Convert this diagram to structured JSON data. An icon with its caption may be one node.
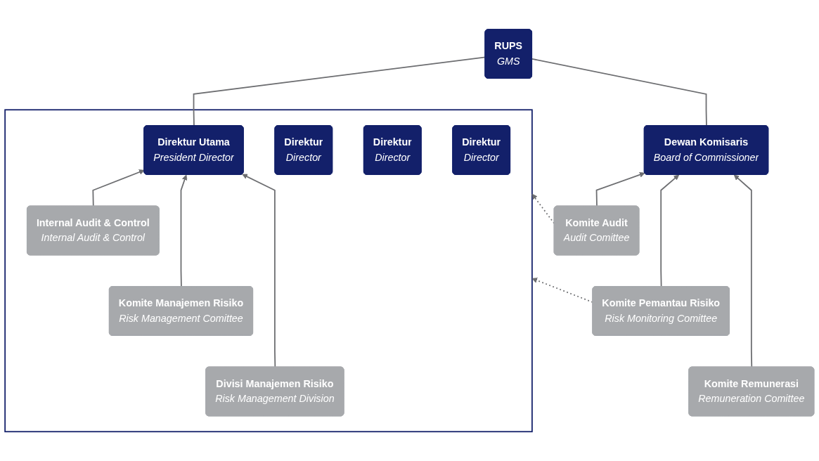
{
  "diagram": {
    "nodes": [
      {
        "text": [
          "RUPS",
          "GMS"
        ]
      },
      {
        "text": [],
        "shape": "box"
      },
      {
        "text": [
          "Direktur Utama",
          "President Director"
        ],
        "in": 1
      },
      {
        "text": [
          "Internal Audit & Control",
          "Internal Audit & Control"
        ],
        "in": 1
      },
      {
        "text": [
          "Komite Manajemen Risiko",
          "Risk Management Comittee"
        ],
        "in": 1
      },
      {
        "text": [
          "Divisi Manajemen Risiko",
          "Risk Management Division"
        ],
        "in": 1
      },
      {
        "text": [
          "Direktur",
          "Director"
        ],
        "in": 1
      },
      {
        "text": [
          "Direktur",
          "Director"
        ],
        "in": 1
      },
      {
        "text": [
          "Direktur",
          "Director"
        ],
        "in": 1
      },
      {
        "text": [
          "Dewan Komisaris",
          "Board of Commissioner"
        ]
      },
      {
        "text": [
          "Komite Audit",
          "Audit Comittee"
        ]
      },
      {
        "text": [
          "Komite Pemantau Risiko",
          "Risk Monitoring Comittee"
        ]
      },
      {
        "text": [
          "Komite Remunerasi",
          "Remuneration Comittee"
        ]
      }
    ],
    "edges": [
      {
        "from": 0,
        "to": 2,
        "arrow": "none"
      },
      {
        "from": 0,
        "to": 9,
        "arrow": "none"
      },
      {
        "from": 3,
        "to": 2,
        "arrow": "to"
      },
      {
        "from": 4,
        "to": 2,
        "arrow": "to"
      },
      {
        "from": 5,
        "to": 2,
        "arrow": "to"
      },
      {
        "from": 10,
        "to": 9,
        "arrow": "to"
      },
      {
        "from": 11,
        "to": 9,
        "arrow": "to"
      },
      {
        "from": 12,
        "to": 9,
        "arrow": "to"
      },
      {
        "from": 10,
        "to": 1,
        "arrow": "to",
        "style": "dashed"
      },
      {
        "from": 11,
        "to": 1,
        "arrow": "to",
        "style": "dashed"
      }
    ]
  }
}
